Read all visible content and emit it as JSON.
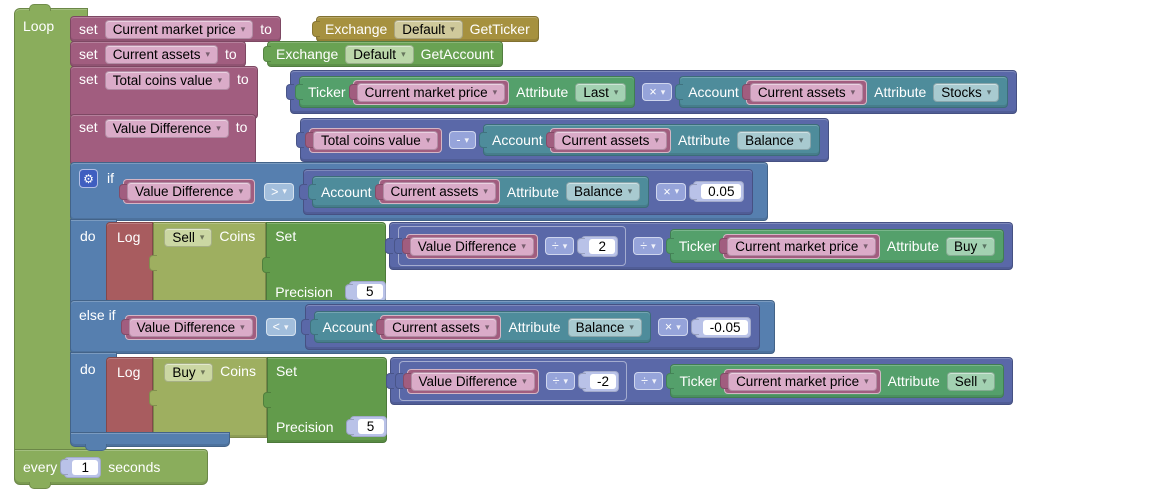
{
  "icons": {
    "dropdown": "▾",
    "gear": "⚙"
  },
  "colors": {
    "loop_green": "#8AAD5C",
    "set_pink": "#A15D7F",
    "pink_field": "#DAABC8",
    "exchange_olive": "#A6913F",
    "olive_field": "#CFC99B",
    "exchange_green": "#69A253",
    "green_field": "#BBD7A9",
    "math_blue": "#5A68A8",
    "math_op_field": "#96A4DA",
    "account_teal": "#4E8C9B",
    "teal_field": "#A8CAD0",
    "ticker_green": "#54A06B",
    "emerald_field": "#A3D1B2",
    "logic_blue": "#567FAF",
    "gear_blue": "#3F5EC0",
    "compare_field": "#A2BEDC",
    "log_red": "#A85C5F",
    "coins_olive": "#9EAF60",
    "lime_field": "#CBD7A3",
    "set_green": "#629B4B",
    "number_holder": "#B9C2E8",
    "number_field": "#FFFFFF"
  },
  "keywords": {
    "set": "set",
    "to": "to",
    "if": "if",
    "do": "do",
    "else_if": "else if",
    "log": "Log",
    "coins": "Coins",
    "set_field": "Set",
    "precision": "Precision",
    "exchange": "Exchange",
    "ticker": "Ticker",
    "account": "Account",
    "attribute": "Attribute"
  },
  "loop": {
    "label": "Loop",
    "every_label": "every",
    "interval": "1",
    "unit_label": "seconds"
  },
  "statements": {
    "set_market_price": {
      "variable": "Current market price",
      "exchange": "Default",
      "method": "GetTicker"
    },
    "set_assets": {
      "variable": "Current assets",
      "exchange": "Default",
      "method": "GetAccount"
    },
    "set_total": {
      "variable": "Total coins value",
      "ticker_var": "Current market price",
      "ticker_attr": "Last",
      "op": "×",
      "account_var": "Current assets",
      "account_attr": "Stocks"
    },
    "set_diff": {
      "variable": "Value Difference",
      "left_var": "Total coins value",
      "op": "-",
      "account_var": "Current assets",
      "account_attr": "Balance"
    },
    "if_sell": {
      "left_var": "Value Difference",
      "cmp": ">",
      "account_var": "Current assets",
      "account_attr": "Balance",
      "op": "×",
      "threshold": "0.05"
    },
    "do_sell": {
      "side": "Sell",
      "num_var": "Value Difference",
      "div_op": "÷",
      "divisor": "2",
      "outer_op": "÷",
      "ticker_var": "Current market price",
      "ticker_attr": "Buy",
      "precision": "5"
    },
    "elseif_buy": {
      "left_var": "Value Difference",
      "cmp": "<",
      "account_var": "Current assets",
      "account_attr": "Balance",
      "op": "×",
      "threshold": "-0.05"
    },
    "do_buy": {
      "side": "Buy",
      "num_var": "Value Difference",
      "div_op": "÷",
      "divisor": "-2",
      "outer_op": "÷",
      "ticker_var": "Current market price",
      "ticker_attr": "Sell",
      "precision": "5"
    }
  }
}
